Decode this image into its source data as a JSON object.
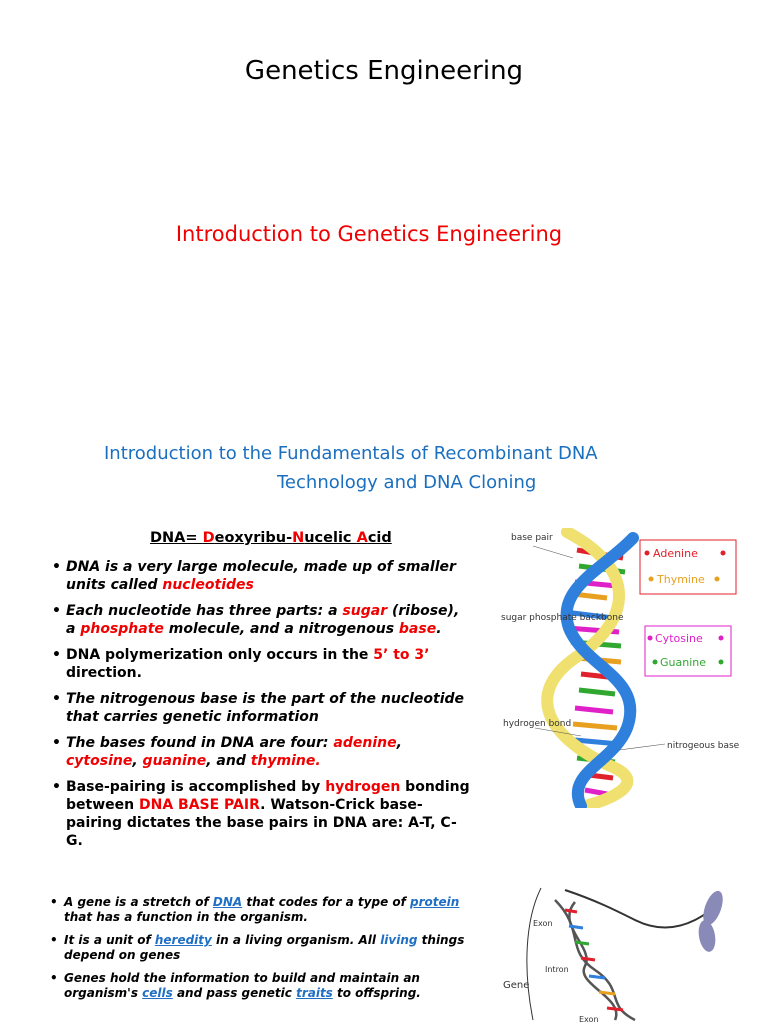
{
  "title": "Genetics Engineering",
  "subtitle": "Introduction to Genetics Engineering",
  "fundamentals": {
    "line1": "Introduction to the Fundamentals of Recombinant DNA",
    "line2": "Technology and DNA Cloning"
  },
  "dna_heading": {
    "prefix": "DNA= ",
    "d": "D",
    "eoxyribu": "eoxyribu-",
    "n": "N",
    "ucelic": "ucelic ",
    "a": "A",
    "cid": "cid"
  },
  "bullets": {
    "b1": {
      "t1": "DNA is a very large molecule, made up of smaller units called ",
      "t2": "nucleotides"
    },
    "b2": {
      "t1": "Each nucleotide has three parts: a ",
      "t2": "sugar",
      "t3": " (ribose), a ",
      "t4": "phosphate",
      "t5": " molecule, and a nitrogenous ",
      "t6": "base",
      "t7": "."
    },
    "b3": {
      "t1": "DNA polymerization only occurs in the ",
      "t2": "5’ to 3’",
      "t3": " direction."
    },
    "b4": {
      "t1": "The nitrogenous base is the part of the nucleotide that carries genetic information"
    },
    "b5": {
      "t1": "The bases found in DNA are four: ",
      "t2": "adenine",
      "t3": ", ",
      "t4": "cytosine",
      "t5": ", ",
      "t6": "guanine",
      "t7": ", and ",
      "t8": "thymine."
    },
    "b6": {
      "t1": "Base-pairing is accomplished by ",
      "t2": "hydrogen",
      "t3": " bonding between ",
      "t4": "DNA BASE PAIR",
      "t5": ". Watson-Crick base-pairing dictates the base pairs in DNA are: A-T, C-G."
    }
  },
  "gene_bullets": {
    "g1": {
      "t1": "A gene is a stretch of ",
      "t2": "DNA",
      "t3": " that codes for a type of ",
      "t4": "protein ",
      "t5": "that has a function in the organism."
    },
    "g2": {
      "t1": "It is a unit of ",
      "t2": "heredity",
      "t3": " in a living organism. All ",
      "t4": "living",
      "t5": " things depend on genes"
    },
    "g3": {
      "t1": "Genes hold the information to build and maintain an organism's ",
      "t2": "cells",
      "t3": " and pass genetic ",
      "t4": "traits",
      "t5": " to offspring."
    }
  },
  "dna_diagram": {
    "base_pair": "base pair",
    "sugar_phosphate_backbone": "sugar phosphate backbone",
    "hydrogen_bond": "hydrogen bond",
    "nitrogenous_base": "nitrogeous base",
    "adenine": "Adenine",
    "thymine": "Thymine",
    "cytosine": "Cytosine",
    "guanine": "Guanine"
  },
  "gene_diagram": {
    "exon_top": "Exon",
    "intron": "Intron",
    "gene": "Gene",
    "exon_bottom": "Exon"
  },
  "colors": {
    "red": "#f00000",
    "blue": "#1f6fc4",
    "helix_blue": "#2f7fdc",
    "helix_yellow": "#f0e070",
    "adenine": "#e0202a",
    "thymine": "#e8a020",
    "cytosine": "#e020c8",
    "guanine": "#30a830"
  }
}
